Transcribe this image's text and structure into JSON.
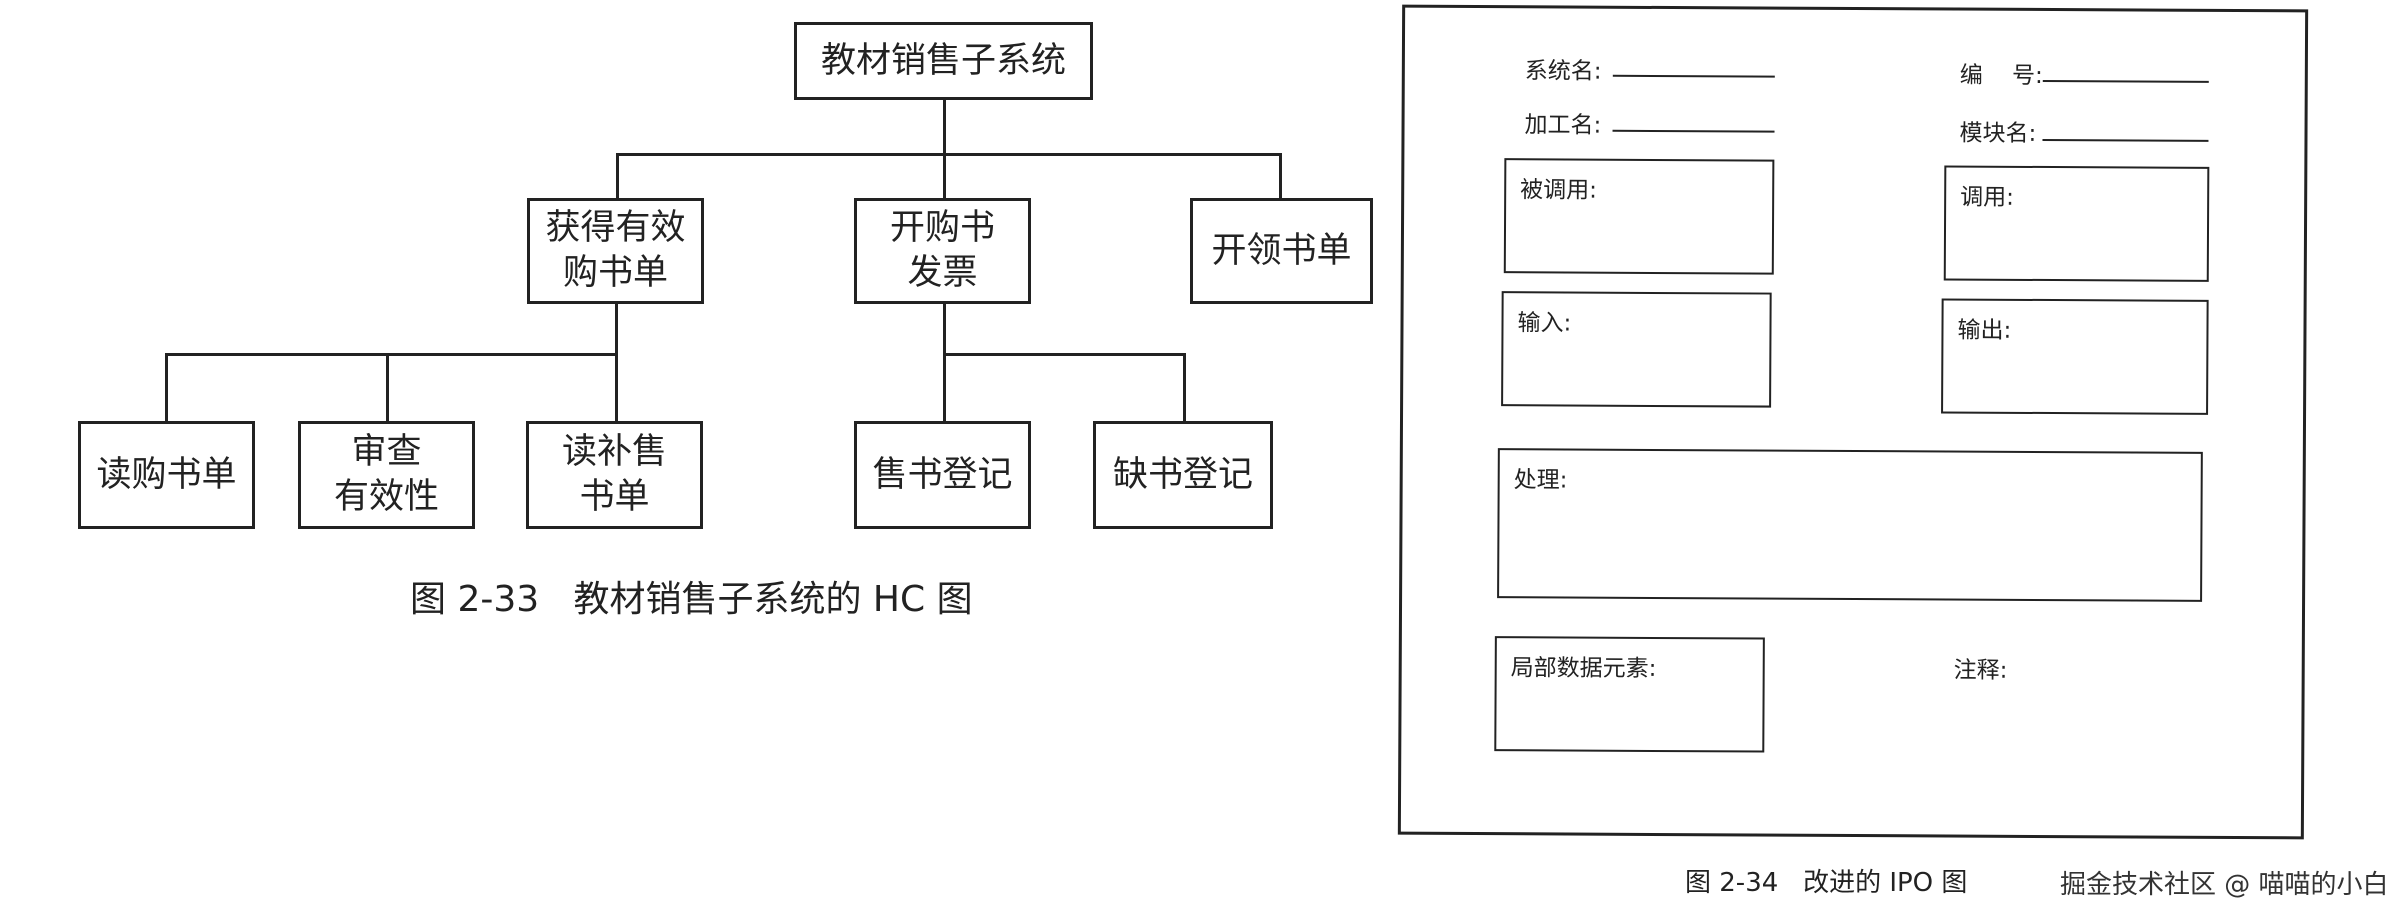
{
  "hc_chart": {
    "root": "教材销售子系统",
    "level1": [
      "获得有效\n购书单",
      "开购书\n发票",
      "开领书单"
    ],
    "level2_group1": [
      "读购书单",
      "审查\n有效性",
      "读补售\n书单"
    ],
    "level2_group2": [
      "售书登记",
      "缺书登记"
    ],
    "caption": "图 2-33   教材销售子系统的 HC 图"
  },
  "ipo_form": {
    "system_name_label": "系统名:",
    "number_label": "编    号:",
    "designer_label": "加工名:",
    "module_name_label": "模块名:",
    "called_by_label": "被调用:",
    "calls_label": "调用:",
    "input_label": "输入:",
    "output_label": "输出:",
    "process_label": "处理:",
    "local_data_label": "局部数据元素:",
    "notes_label": "注释:",
    "caption": "图 2-34   改进的 IPO 图"
  },
  "watermark": "掘金技术社区 @ 喵喵的小白"
}
